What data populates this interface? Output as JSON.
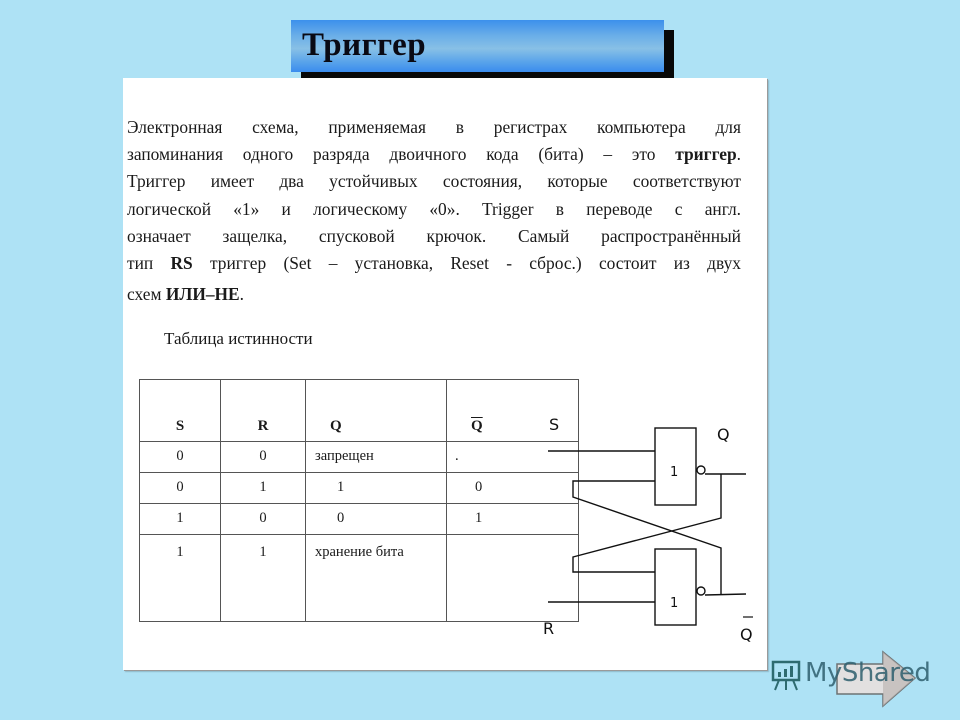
{
  "slide": {
    "title": "Триггер",
    "colors": {
      "background": "#aee2f5",
      "banner_top": "#3c90ec",
      "banner_mid": "#88c0e6",
      "banner_shadow": "#080808",
      "card": "#ffffff",
      "text": "#1a1a1a"
    }
  },
  "body": {
    "lines": [
      {
        "parts": [
          {
            "text": "Электронная схема, применяемая в регистрах компьютера для",
            "bold": false
          }
        ]
      },
      {
        "parts": [
          {
            "text": "запоминания одного разряда двоичного кода (бита) – это ",
            "bold": false
          },
          {
            "text": "триггер",
            "bold": true
          },
          {
            "text": ".",
            "bold": false
          }
        ]
      },
      {
        "parts": [
          {
            "text": "Триггер  имеет два устойчивых состояния, которые соответствуют",
            "bold": false
          }
        ]
      },
      {
        "parts": [
          {
            "text": "логической «1» и логическому «0». Trigger  в переводе с англ.",
            "bold": false
          }
        ]
      },
      {
        "parts": [
          {
            "text": "означает защелка, спусковой крючок. Самый распространённый",
            "bold": false
          }
        ]
      },
      {
        "parts": [
          {
            "text": "тип  ",
            "bold": false
          },
          {
            "text": "RS",
            "bold": true
          },
          {
            "text": " триггер (Set – установка, Reset - сброс.) состоит из двух",
            "bold": false
          }
        ]
      },
      {
        "parts": [
          {
            "text": "схем ",
            "bold": false
          },
          {
            "text": "ИЛИ–НЕ",
            "bold": true
          },
          {
            "text": ".",
            "bold": false
          }
        ]
      }
    ]
  },
  "truth_table": {
    "caption": "Таблица истинности",
    "headers": [
      "S",
      "R",
      "Q",
      "Q"
    ],
    "header_overline": [
      false,
      false,
      false,
      true
    ],
    "rows": [
      [
        "0",
        "0",
        "запрещен",
        "."
      ],
      [
        "0",
        "1",
        "1",
        "0"
      ],
      [
        "1",
        "0",
        "0",
        "1"
      ],
      [
        "1",
        "1",
        "хранение бита",
        ""
      ]
    ]
  },
  "diagram": {
    "labels": {
      "s_input": "S",
      "r_input": "R",
      "q_output": "Q",
      "qbar_output": "Q",
      "qbar_bar": "_",
      "gate_top": "1",
      "gate_bottom": "1"
    }
  },
  "watermark": {
    "text": "MyShared"
  }
}
